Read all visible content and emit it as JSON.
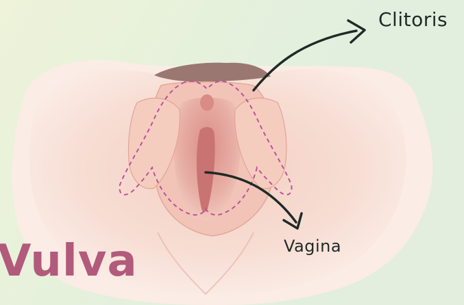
{
  "title": "Vulva",
  "labels": {
    "clitoris": "Clitoris",
    "vagina": "Vagina"
  },
  "colors": {
    "title": "#b15a7c",
    "outline_dashes": "#c0509a",
    "arrows": "#1f2a26",
    "skin": "#f6dcd2"
  }
}
